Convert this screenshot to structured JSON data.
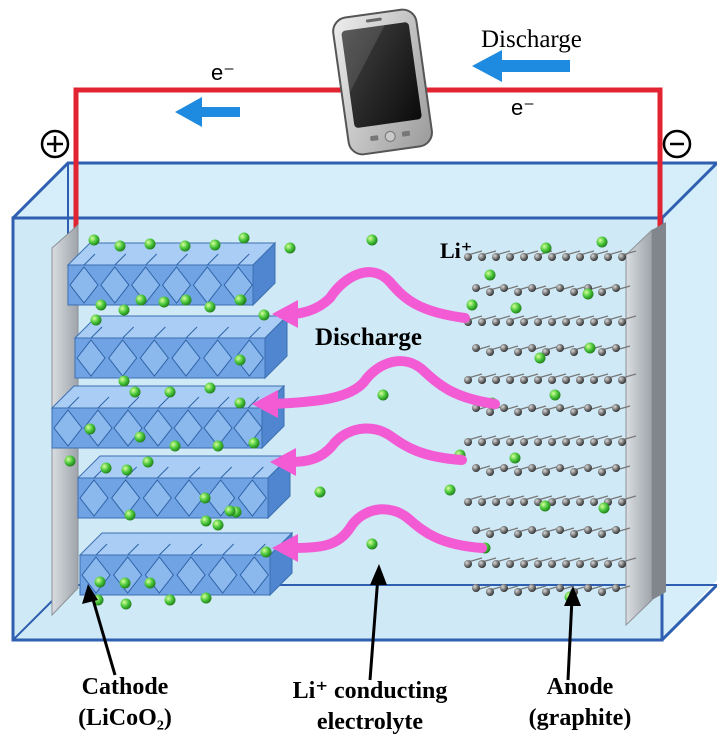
{
  "labels": {
    "discharge_top": "Discharge",
    "electron_left": "e⁻",
    "electron_right": "e⁻",
    "li_ion_top": "Li⁺",
    "discharge_mid": "Discharge",
    "cathode_line1": "Cathode",
    "cathode_line2": "(LiCoO₂)",
    "electrolyte_line1": "Li⁺ conducting",
    "electrolyte_line2": "electrolyte",
    "anode_line1": "Anode",
    "anode_line2": "(graphite)"
  },
  "terminals": {
    "positive": "+",
    "negative": "−"
  },
  "icons": {
    "device": "smartphone-icon"
  },
  "colors": {
    "circuit_wire": "#e02432",
    "electron_arrow": "#1e8be0",
    "ion_arrow": "#f25bd3",
    "ion_fill": "#47c53a",
    "electrolyte": "#cfeaf7",
    "container_edge": "#2f5fb0",
    "cathode_layer": "#7fb0ea",
    "electrode_plate": "#b9bec4"
  }
}
